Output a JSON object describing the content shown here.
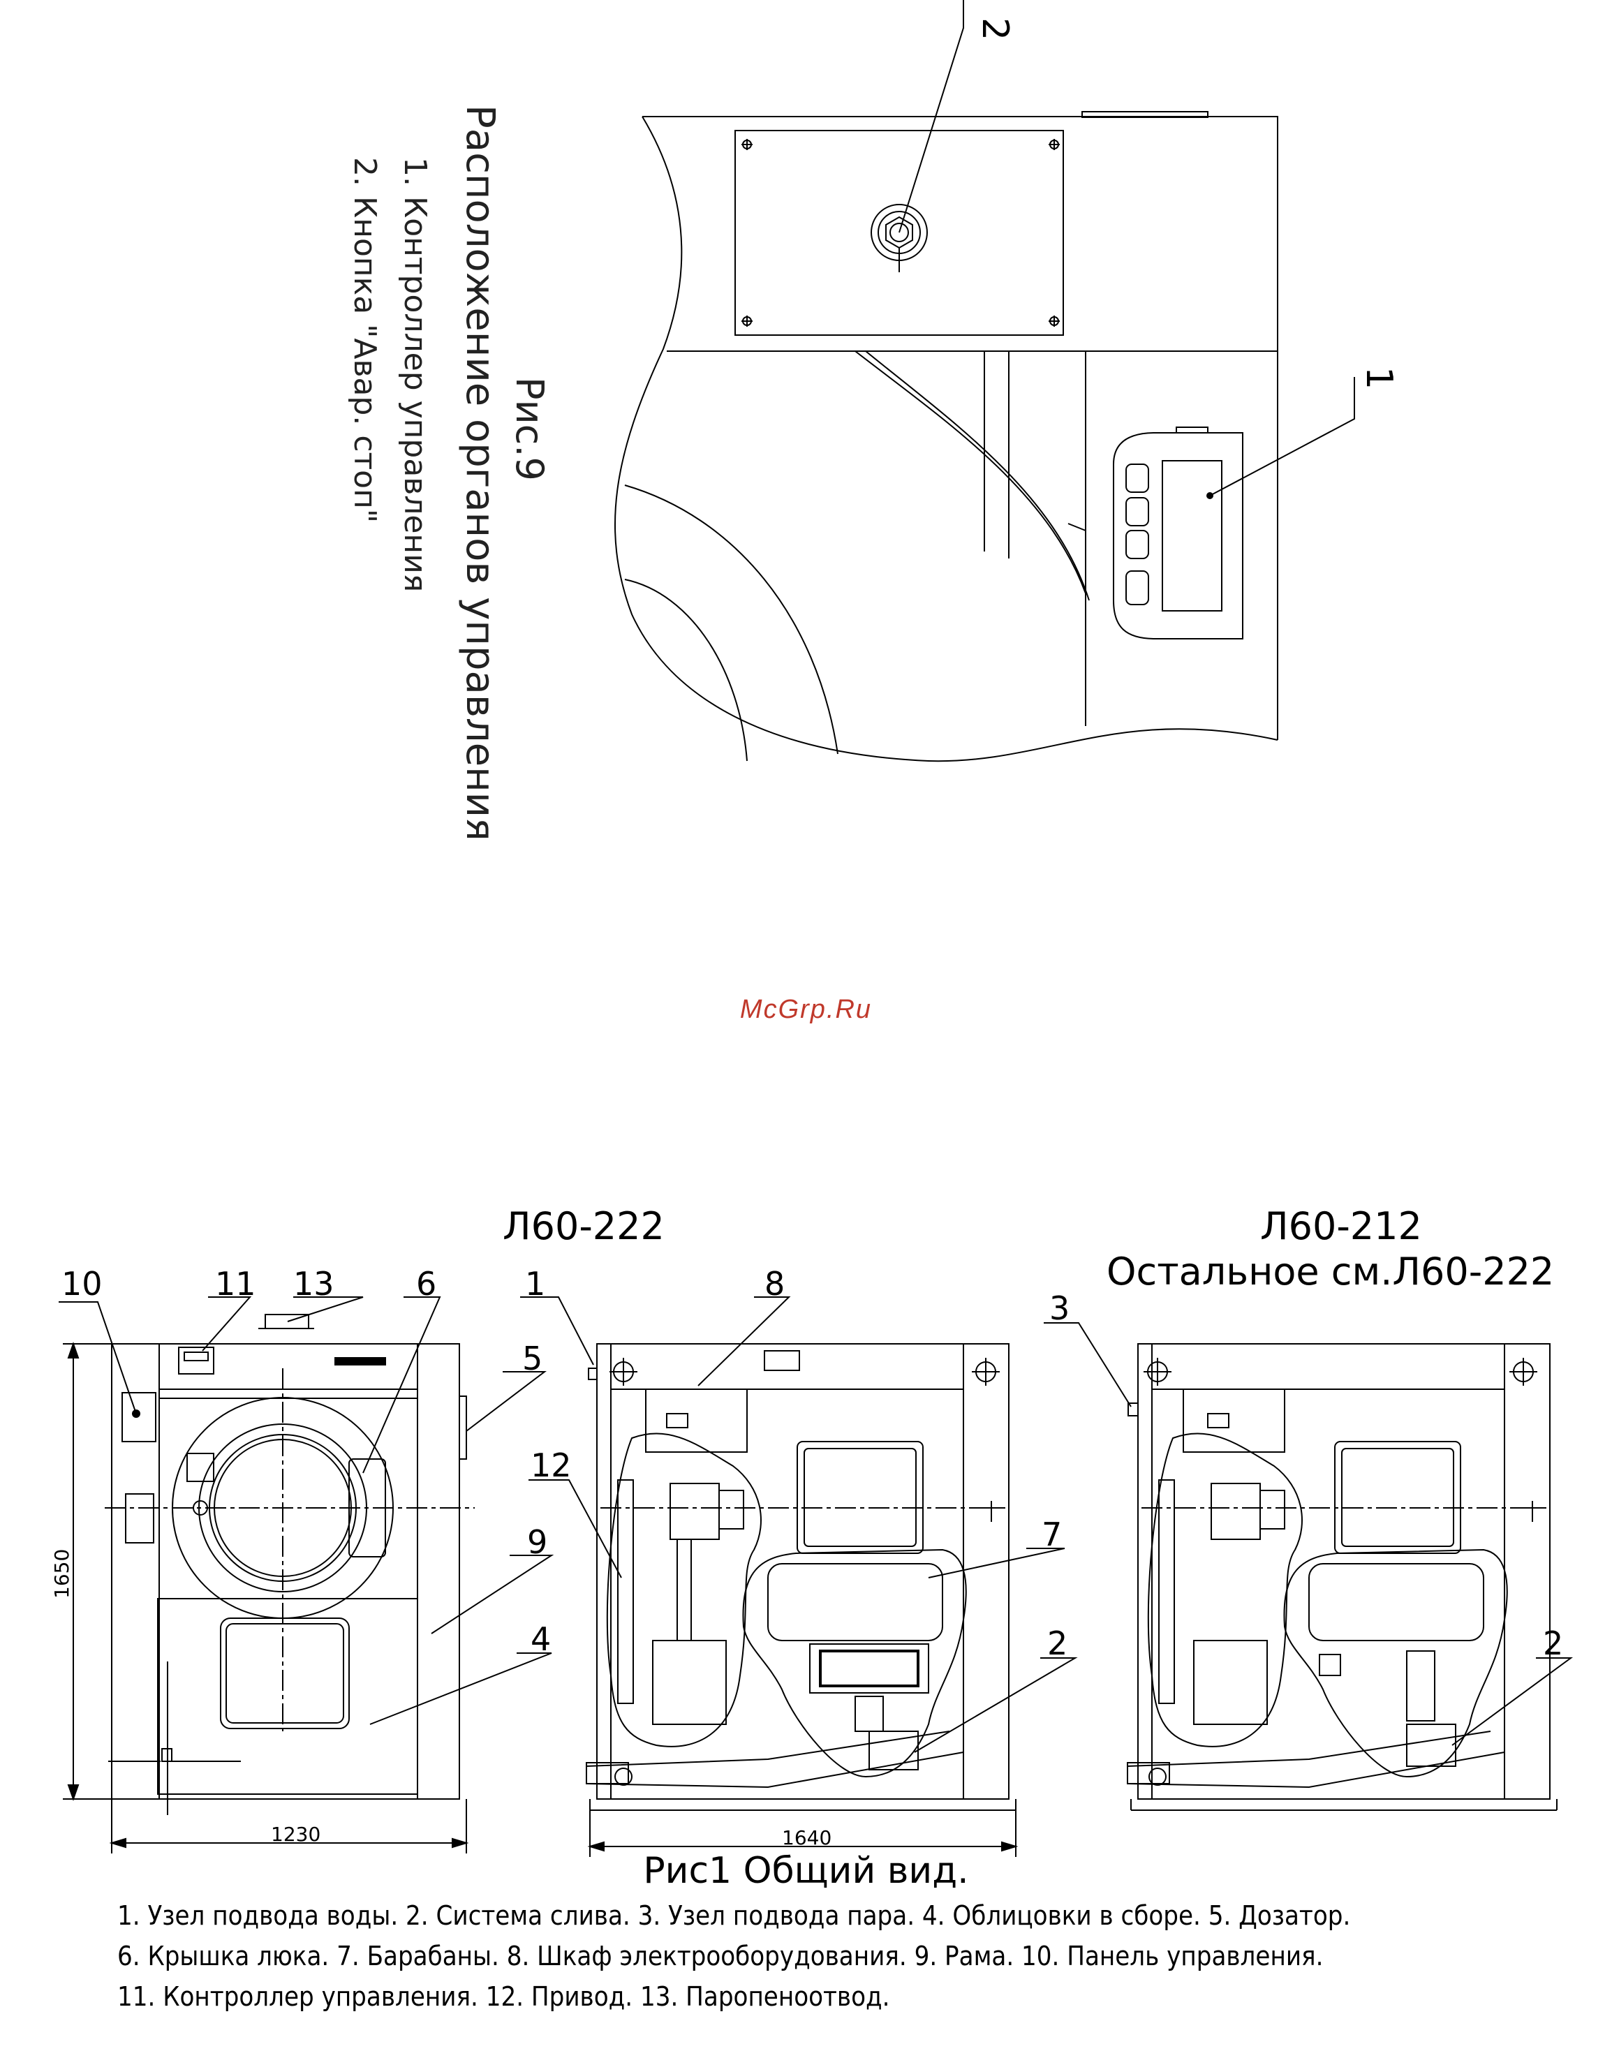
{
  "fig9": {
    "title": "Рис.9",
    "subtitle": "Расположение органов управления",
    "item1": "1. Контроллер управления",
    "item2": "2. Кнопка \"Авар. стоп\"",
    "callout1": "1",
    "callout2": "2"
  },
  "watermark": "McGrp.Ru",
  "fig1": {
    "model_a": "Л60-222",
    "model_b": "Л60-212",
    "model_b_note": "Остальное см.Л60-222",
    "dim_height": "1650",
    "dim_width_a": "1230",
    "dim_width_b": "1640",
    "callouts_front": [
      "10",
      "11",
      "13",
      "6",
      "5",
      "9",
      "4"
    ],
    "callouts_side_a": [
      "1",
      "8",
      "12",
      "7",
      "2"
    ],
    "callouts_side_b": [
      "3",
      "2"
    ],
    "caption": "Рис1  Общий вид.",
    "legend": [
      "1. Узел подвода воды. 2. Система слива. 3. Узел подвода пара. 4. Облицовки в сборе. 5. Дозатор.",
      "6. Крышка люка. 7. Барабаны. 8. Шкаф электрооборудования. 9. Рама. 10. Панель управления.",
      "11. Контроллер управления. 12. Привод. 13. Паропеноотвод."
    ]
  }
}
